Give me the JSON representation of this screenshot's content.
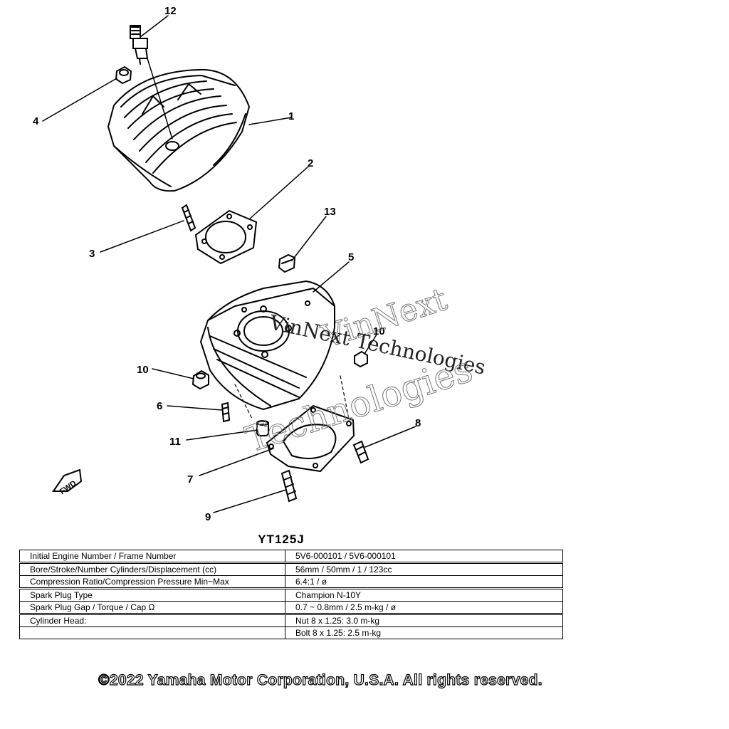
{
  "diagram": {
    "callouts": [
      "1",
      "2",
      "3",
      "4",
      "5",
      "6",
      "7",
      "8",
      "9",
      "10",
      "10",
      "11",
      "12",
      "13"
    ],
    "fwd_label": "FWD",
    "watermarks": [
      "VinNext",
      "VinNext Technologies",
      "Technologies"
    ]
  },
  "model": "YT125J",
  "spec_table": {
    "rows": [
      {
        "label": "Initial Engine Number / Frame Number",
        "value": "5V6-000101 / 5V6-000101"
      },
      {
        "label": "Bore/Stroke/Number Cylinders/Displacement (cc)",
        "value": "56mm / 50mm / 1 / 123cc"
      },
      {
        "label": "Compression Ratio/Compression Pressure Min~Max",
        "value": "6.4:1 / ø"
      },
      {
        "label": "Spark Plug Type",
        "value": "Champion N-10Y"
      },
      {
        "label": "Spark Plug Gap / Torque / Cap Ω",
        "value": "0.7 ~ 0.8mm / 2.5 m-kg / ø"
      },
      {
        "label": "Cylinder Head:",
        "value": "Nut   8 x 1.25: 3.0 m-kg"
      },
      {
        "label": "",
        "value": "Bolt   8 x 1.25: 2.5 m-kg"
      }
    ]
  },
  "copyright": "©2022 Yamaha Motor Corporation, U.S.A. All rights reserved."
}
